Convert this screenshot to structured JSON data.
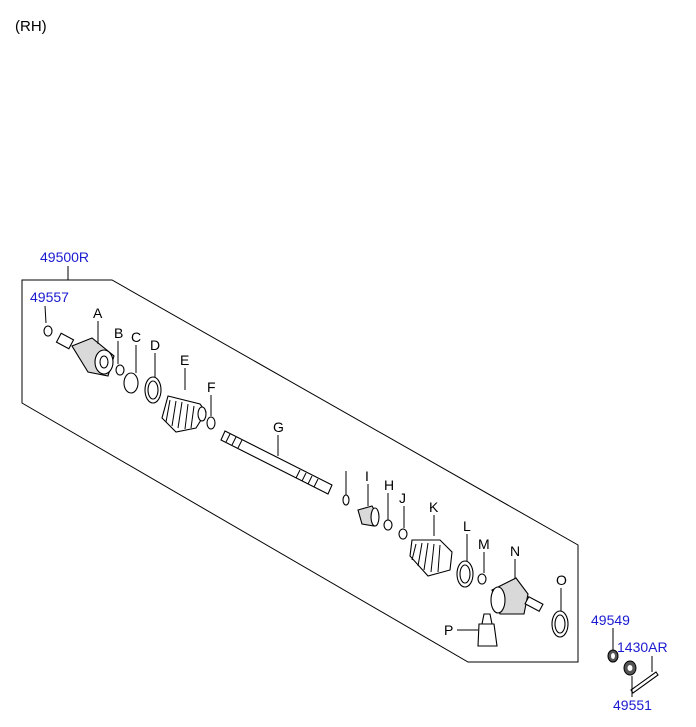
{
  "header": {
    "side": "(RH)"
  },
  "assembly": {
    "part_no": "49500R"
  },
  "part_numbers": {
    "clip": "49557",
    "nut": "49549",
    "pin": "1430AR",
    "washer": "49551"
  },
  "letters": {
    "A": "A",
    "B": "B",
    "C": "C",
    "D": "D",
    "E": "E",
    "F": "F",
    "G": "G",
    "H": "H",
    "I": "I",
    "J": "J",
    "K": "K",
    "L": "L",
    "M": "M",
    "N": "N",
    "O": "O",
    "P": "P"
  }
}
